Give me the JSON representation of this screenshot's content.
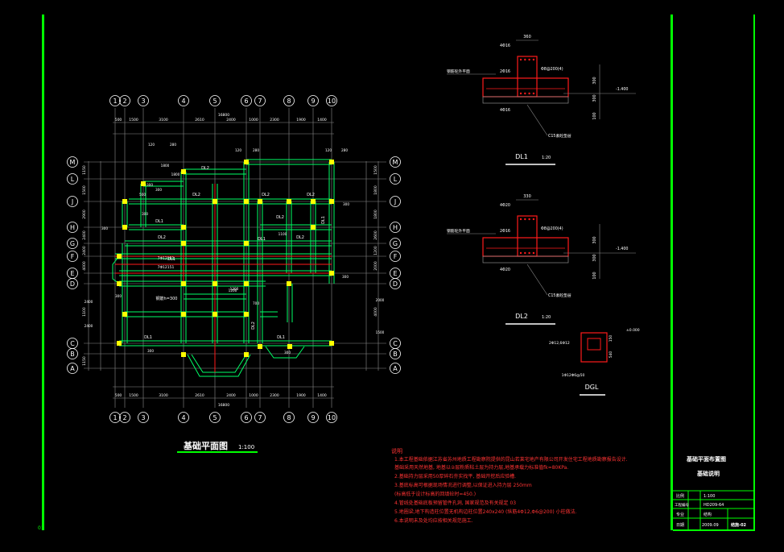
{
  "plan": {
    "title": "基础平面图",
    "scale": "1:100",
    "top_axes": [
      "1",
      "2",
      "3",
      "4",
      "5",
      "6",
      "7",
      "8",
      "9",
      "10"
    ],
    "side_axes": [
      "M",
      "L",
      "J",
      "H",
      "G",
      "F",
      "E",
      "D",
      "C",
      "B",
      "A"
    ],
    "top_dims": [
      "500",
      "1500",
      "3100",
      "2610",
      "2400",
      "1000",
      "2300",
      "1900",
      "1400"
    ],
    "total_dim": "16800",
    "left_dims": [
      "1150",
      "1500",
      "2900",
      "2400",
      "2400",
      "4000",
      "1100",
      "1150"
    ],
    "right_dims": [
      "1500",
      "1800",
      "1800",
      "2600",
      "1200",
      "2000",
      "4000"
    ],
    "beam_labels": [
      "DL2",
      "DL2",
      "DL2",
      "DL2",
      "DL1",
      "DL2",
      "DL1",
      "DL2",
      "DL1",
      "DL2",
      "DL1",
      "DL1",
      "DL2",
      "DL1"
    ],
    "notes_small": [
      "120",
      "280",
      "1800",
      "1800",
      "300",
      "500",
      "300",
      "300",
      "300",
      "120",
      "280",
      "1100",
      "120",
      "280",
      "300",
      "2400",
      "2400",
      "1200",
      "700",
      "2000",
      "1500",
      "300",
      "300",
      "300",
      "300",
      "1200"
    ],
    "long_beam_text": [
      "7Φ12151",
      "7Φ12151"
    ],
    "slab_text": "钢筋h=300"
  },
  "sections": {
    "dl1": {
      "title": "DL1",
      "scale": "1:20",
      "top_width": "360",
      "top_rebar": "4Φ16",
      "mid_rebar": "2Φ16",
      "bot_rebar": "4Φ16",
      "stirrup": "Φ8@200(4)",
      "annot_left": "钢筋砼外平面",
      "heights": [
        "300",
        "300",
        "100"
      ],
      "elev": "-1.400",
      "concrete": "C15素砼垫层"
    },
    "dl2": {
      "title": "DL2",
      "scale": "1:20",
      "top_width": "330",
      "top_rebar": "4Φ20",
      "mid_rebar": "2Φ16",
      "bot_rebar": "4Φ20",
      "stirrup": "Φ8@200(4)",
      "annot_left": "钢筋砼外平面",
      "heights": [
        "300",
        "300",
        "100"
      ],
      "elev": "-1.400",
      "concrete": "C15素砼垫层"
    },
    "dgl": {
      "title": "DGL",
      "rebar_a": "2Φ12,6Φ12",
      "rebar_b": "1Φ12Φ6@50",
      "dims": [
        "150",
        "540"
      ],
      "elev": "±0.000"
    }
  },
  "notes": {
    "heading": "说明",
    "lines": [
      "1.本工程基础依据江苏省苏州地质工程勘察院提供的昆山若莱宅地产有限公司开发住宅工程地质勘察报告设计.",
      "  基础采用天然地基, 地基以②层粉质粘土层为持力层,地基承载力标准值fk=80KPa.",
      "2.基础持力层采用50厚碎石夯实找平, 基础开挖后应验槽.",
      "3.基底标高可根据现场情况进行调整,以保证进入持力层 250mm",
      "  (标高低于设计标高的回填砼时=450.)",
      "4.管线处基础底板预留管件孔洞, 国家规范及有关规定 03",
      "5.地圈梁,地下构造柱位置无机构边柱位置240x240 (纵筋4Φ12,Φ6@200) 小柱做法.",
      "6.本说明未及处均应按相关规范施工."
    ]
  },
  "title_block": {
    "title1": "基础平面布置图",
    "title2": "基础说明",
    "rows": [
      {
        "k": "比例",
        "v": "1:100"
      },
      {
        "k": "工程编号",
        "v": "HD209-64"
      },
      {
        "k": "专业",
        "v": "结构"
      },
      {
        "k": "日期",
        "v": "2009.09",
        "code": "结施-02"
      }
    ]
  },
  "colors": {
    "frame": "#00ff00",
    "axis": "#ffffff",
    "beam": "#00ff66",
    "red": "#ff1a1a",
    "yellow": "#ffff00",
    "text_red": "#ff3333",
    "gray": "#8c8c8c"
  }
}
